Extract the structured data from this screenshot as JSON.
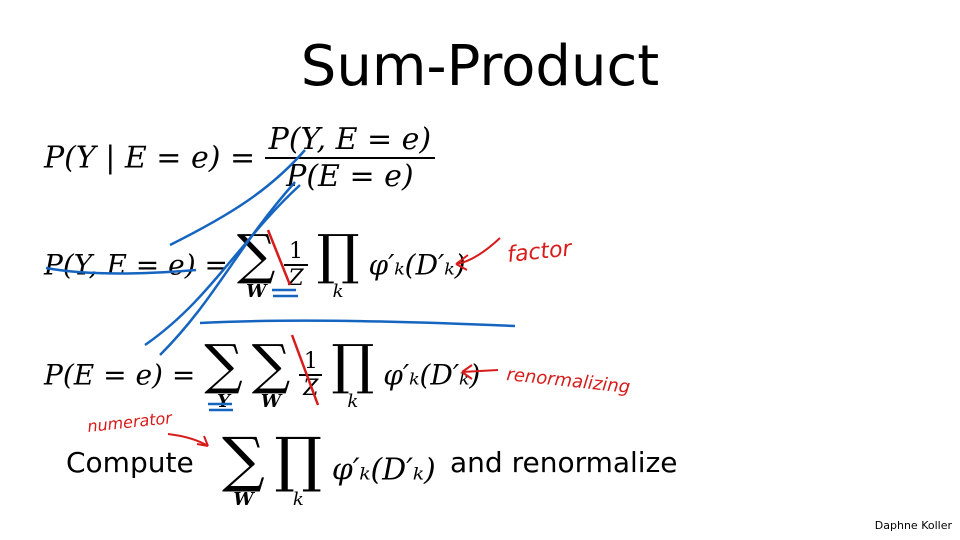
{
  "slide": {
    "title": "Sum-Product",
    "footer": "Daphne Koller",
    "eq1": {
      "lhs": "P(Y | E = e) =",
      "num": "P(Y, E = e)",
      "den": "P(E = e)"
    },
    "eq2": {
      "lhs": "P(Y, E = e) =",
      "sum_sub": "W",
      "frac_num": "1",
      "frac_den": "Z",
      "prod_sub": "k",
      "term": "φ′ₖ(D′ₖ)"
    },
    "eq3": {
      "lhs": "P(E = e) =",
      "sum1_sub": "Y",
      "sum2_sub": "W",
      "frac_num": "1",
      "frac_den": "Z",
      "prod_sub": "k",
      "term": "φ′ₖ(D′ₖ)"
    },
    "compute": {
      "label": "Compute",
      "sum_sub": "W",
      "prod_sub": "k",
      "term": "φ′ₖ(D′ₖ)",
      "suffix": "and renormalize"
    },
    "annotations": {
      "factor": "factor",
      "renormalizing": "renormalizing",
      "numerator": "numerator"
    },
    "colors": {
      "blue_ink": "#1565c0",
      "red_ink": "#d81b1b"
    }
  }
}
